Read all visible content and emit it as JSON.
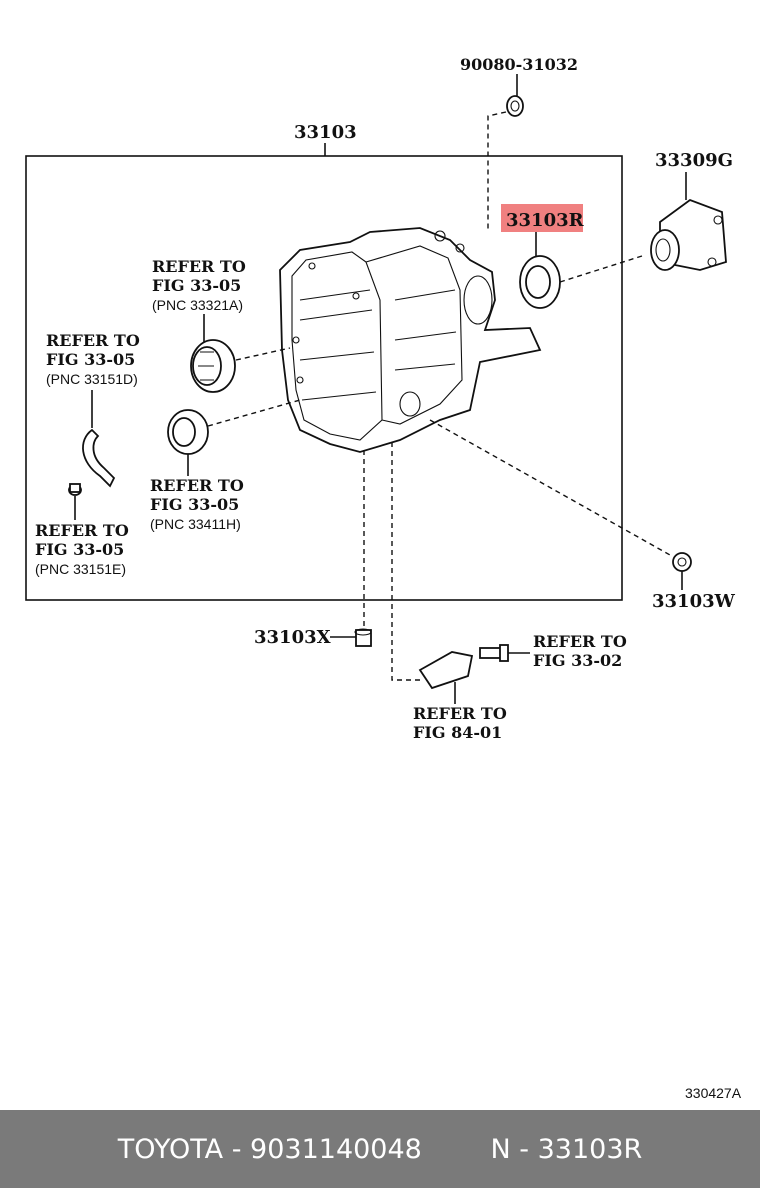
{
  "labels": {
    "p90080": "90080-31032",
    "p33103": "33103",
    "p33309g": "33309G",
    "p33103r": "33103R",
    "ref1": [
      "REFER TO",
      "FIG 33-05",
      "(PNC 33321A)"
    ],
    "ref2": [
      "REFER TO",
      "FIG 33-05",
      "(PNC 33151D)"
    ],
    "ref3": [
      "REFER TO",
      "FIG 33-05",
      "(PNC 33411H)"
    ],
    "ref4": [
      "REFER TO",
      "FIG 33-05",
      "(PNC 33151E)"
    ],
    "ref5": [
      "REFER TO",
      "FIG 33-02"
    ],
    "ref6": [
      "REFER TO",
      "FIG 84-01"
    ],
    "p33103w": "33103W",
    "p33103x": "33103X",
    "figcode": "330427A"
  },
  "colors": {
    "highlight": "#f08080",
    "footer_bg": "#7a7a7a",
    "footer_text": "#ffffff"
  },
  "footer": {
    "brand": "TOYOTA",
    "part_number": "9031140048",
    "ref": "N - 33103R"
  }
}
